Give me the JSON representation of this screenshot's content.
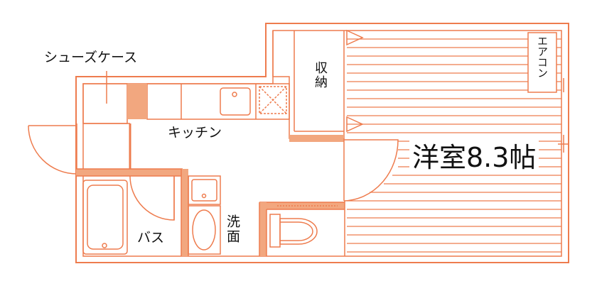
{
  "labels": {
    "shoe_case": "シューズケース",
    "storage": "収納",
    "aircon": "エアコン",
    "kitchen": "キッチン",
    "western_room": "洋室8.3帖",
    "bath": "バス",
    "washroom": "洗面"
  },
  "colors": {
    "wall": "#f2a77f",
    "line": "#ee7c4e",
    "text": "#111111",
    "background": "#ffffff"
  }
}
